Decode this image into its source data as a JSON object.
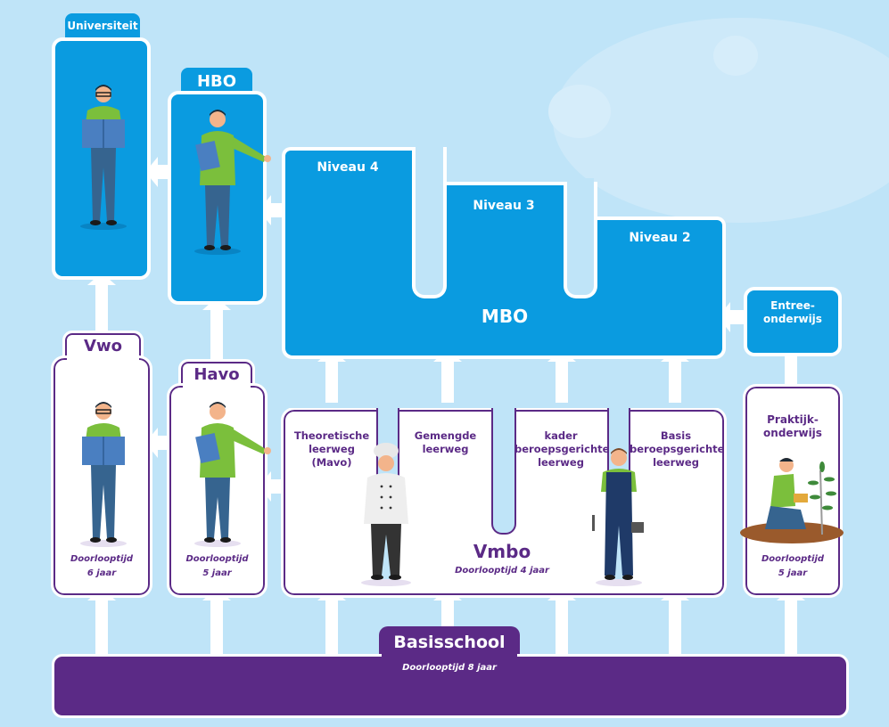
{
  "colors": {
    "background": "#bfe4f8",
    "blue_box": "#0a9be0",
    "purple": "#5b2a86",
    "white": "#ffffff"
  },
  "higher": {
    "universiteit": {
      "label": "Universiteit"
    },
    "hbo": {
      "label": "HBO"
    },
    "mbo": {
      "label": "MBO",
      "levels": [
        "Niveau 4",
        "Niveau 3",
        "Niveau 2"
      ]
    },
    "entree": {
      "label": "Entree-\nonderwijs",
      "line1": "Entree-",
      "line2": "onderwijs"
    }
  },
  "secondary": {
    "vwo": {
      "label": "Vwo",
      "duration_line1": "Doorlooptijd",
      "duration_line2": "6 jaar"
    },
    "havo": {
      "label": "Havo",
      "duration_line1": "Doorlooptijd",
      "duration_line2": "5 jaar"
    },
    "vmbo": {
      "label": "Vmbo",
      "duration": "Doorlooptijd 4 jaar",
      "tracks": [
        {
          "line1": "Theoretische",
          "line2": "leerweg",
          "line3": "(Mavo)"
        },
        {
          "line1": "Gemengde",
          "line2": "leerweg",
          "line3": ""
        },
        {
          "line1": "kader",
          "line2": "beroepsgerichte",
          "line3": "leerweg"
        },
        {
          "line1": "Basis",
          "line2": "beroepsgerichte",
          "line3": "leerweg"
        }
      ]
    },
    "praktijk": {
      "line1": "Praktijk-",
      "line2": "onderwijs",
      "duration_line1": "Doorlooptijd",
      "duration_line2": "5 jaar"
    }
  },
  "basisschool": {
    "label": "Basisschool",
    "duration": "Doorlooptijd 8 jaar"
  },
  "figures": [
    "student-reading-icon",
    "student-with-book-icon",
    "chef-icon",
    "mechanic-icon",
    "gardener-icon"
  ]
}
